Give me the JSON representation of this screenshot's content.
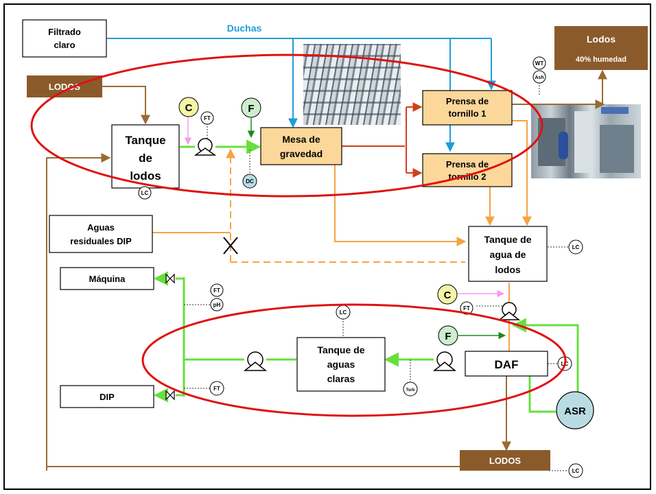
{
  "labels": {
    "filtrado_claro": [
      "Filtrado",
      "claro"
    ],
    "duchas": "Duchas",
    "lodos_top_right": "Lodos",
    "humedad": "40% humedad",
    "lodos_in": "LODOS",
    "tanque_lodos": [
      "Tanque",
      "de",
      "lodos"
    ],
    "mesa": [
      "Mesa de",
      "gravedad"
    ],
    "prensa1": [
      "Prensa de",
      "tornillo 1"
    ],
    "prensa2": [
      "Prensa de",
      "tornillo  2"
    ],
    "aguas_residuales": [
      "Aguas",
      "residuales DIP"
    ],
    "tanque_agua_lodos": [
      "Tanque de",
      "agua de",
      "lodos"
    ],
    "maquina": "Máquina",
    "dip": "DIP",
    "tanque_aguas_claras": [
      "Tanque de",
      "aguas",
      "claras"
    ],
    "daf": "DAF",
    "asr": "ASR",
    "lodos_out": "LODOS"
  },
  "instruments": {
    "C": "C",
    "F": "F",
    "FT": "FT",
    "DC": "DC",
    "LC": "LC",
    "WT": "WT",
    "Ash": "Ash",
    "pH": "pH",
    "Turb": "Turb"
  },
  "colors": {
    "brown": "#9a6a32",
    "brown_box": "#8b5a2b",
    "blue": "#1f9dd6",
    "green": "#66e03c",
    "dark_green": "#1a8a1a",
    "orange": "#f5a343",
    "red_orange": "#d2401a",
    "red_ellipse": "#e01010",
    "mesa_fill": "#fbd79a",
    "c_fill": "#f5f5a8",
    "f_fill": "#cdeecd",
    "asr_fill": "#b9dbe3",
    "pink": "#f59bf0"
  }
}
